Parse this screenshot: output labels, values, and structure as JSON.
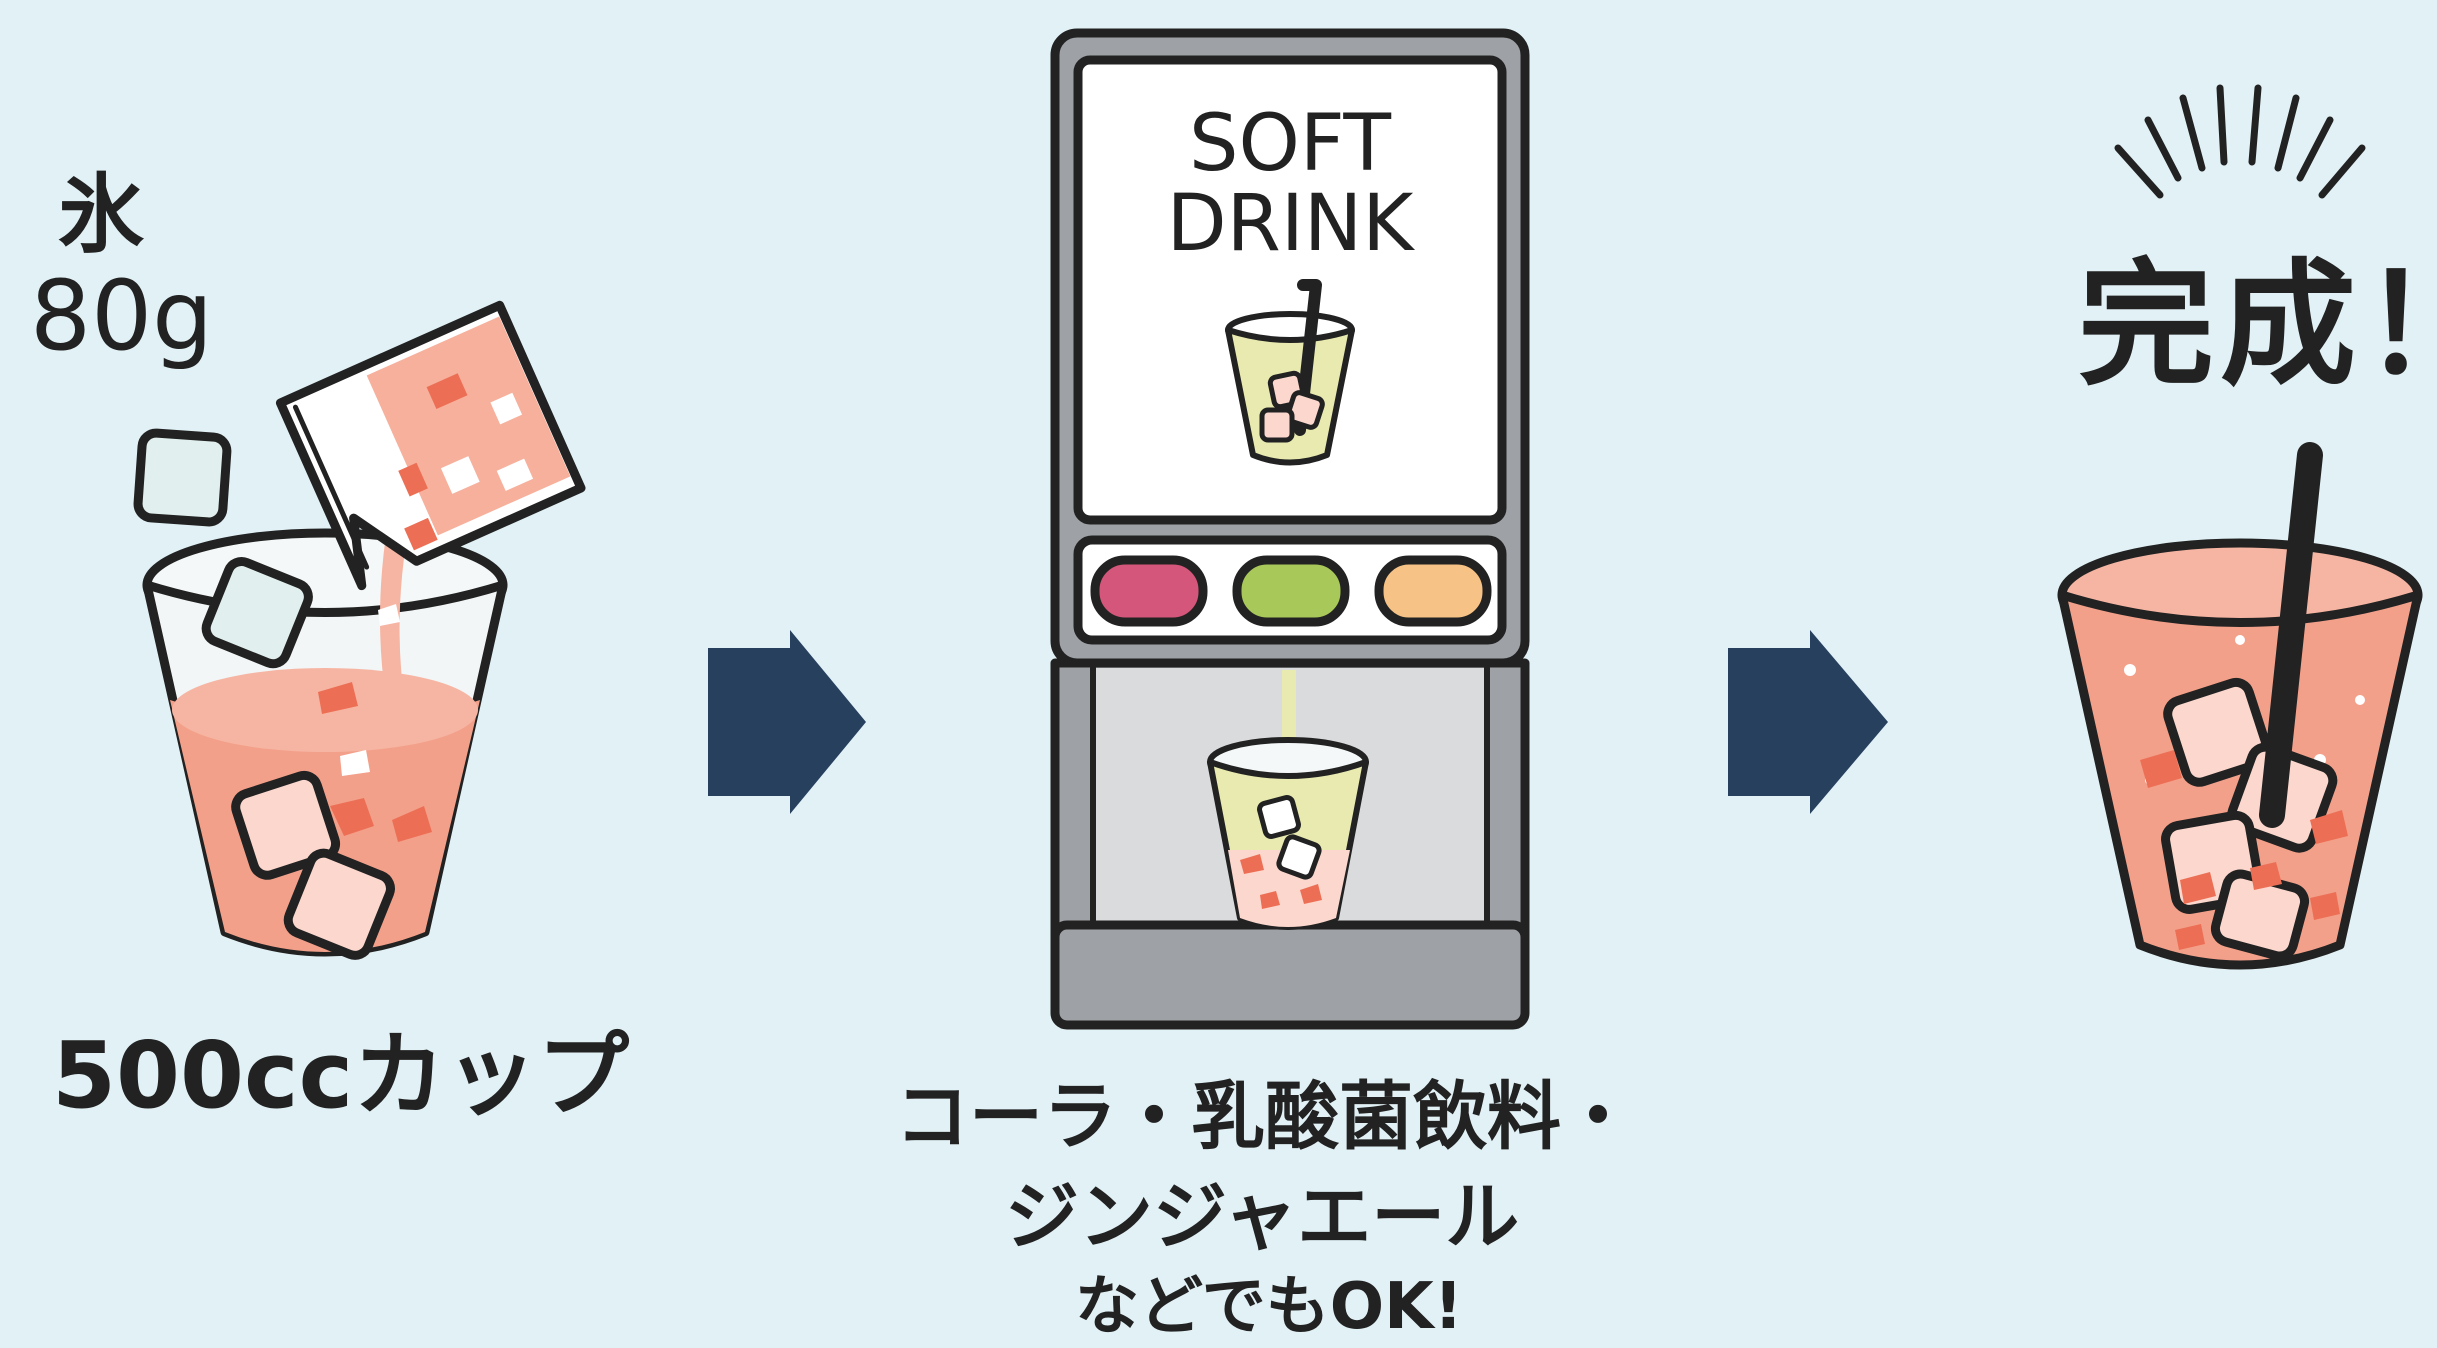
{
  "labels": {
    "ice": "氷",
    "ice_amount": "80g",
    "cup": "500ccカップ",
    "drinks_line1": "コーラ・乳酸菌飲料・",
    "drinks_line2": "ジンジャエール",
    "drinks_ok": "などでもOK!",
    "done": "完成！"
  },
  "machine": {
    "screen_line1": "SOFT",
    "screen_line2": "DRINK",
    "button_colors": [
      "#d4567a",
      "#a8c85a",
      "#f6c285"
    ]
  },
  "colors": {
    "background": "#e1f1f6",
    "arrow": "#27405e",
    "juice": "#f3a08a",
    "ice": "#fbd7cd",
    "outline": "#222222",
    "soda": "#e8eab0"
  },
  "icons": [
    "ice-cube-icon",
    "right-arrow-icon",
    "soft-drink-dispenser-icon",
    "finished-drink-icon",
    "sparkle-icon"
  ]
}
